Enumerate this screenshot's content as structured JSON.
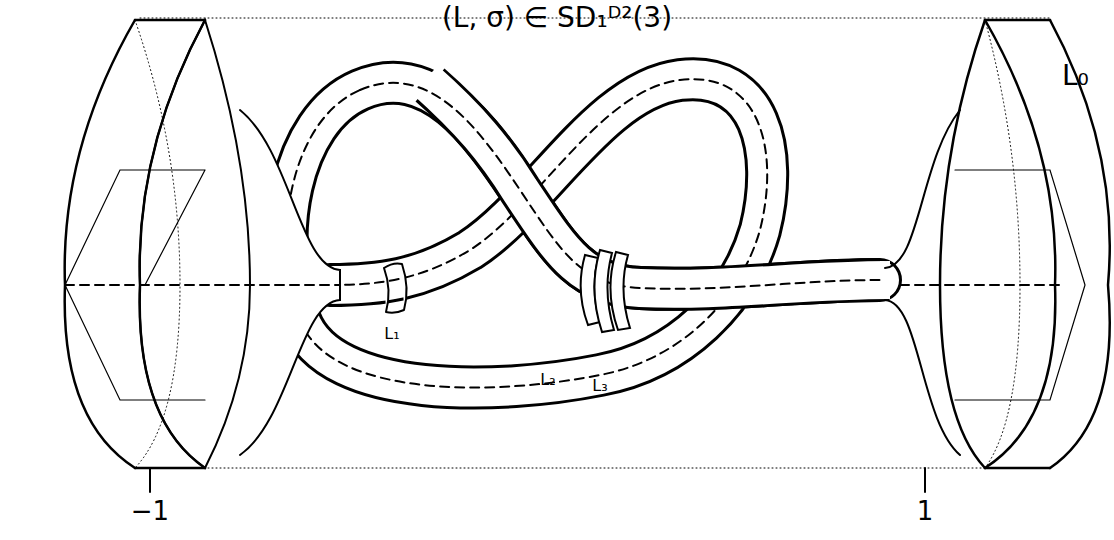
{
  "diagram": {
    "title": "(L, σ) ∈ SD₁ᴰ²(3)",
    "labels": [
      "L₀",
      "L₁",
      "L₂",
      "L₃",
      "−1",
      "1"
    ]
  }
}
